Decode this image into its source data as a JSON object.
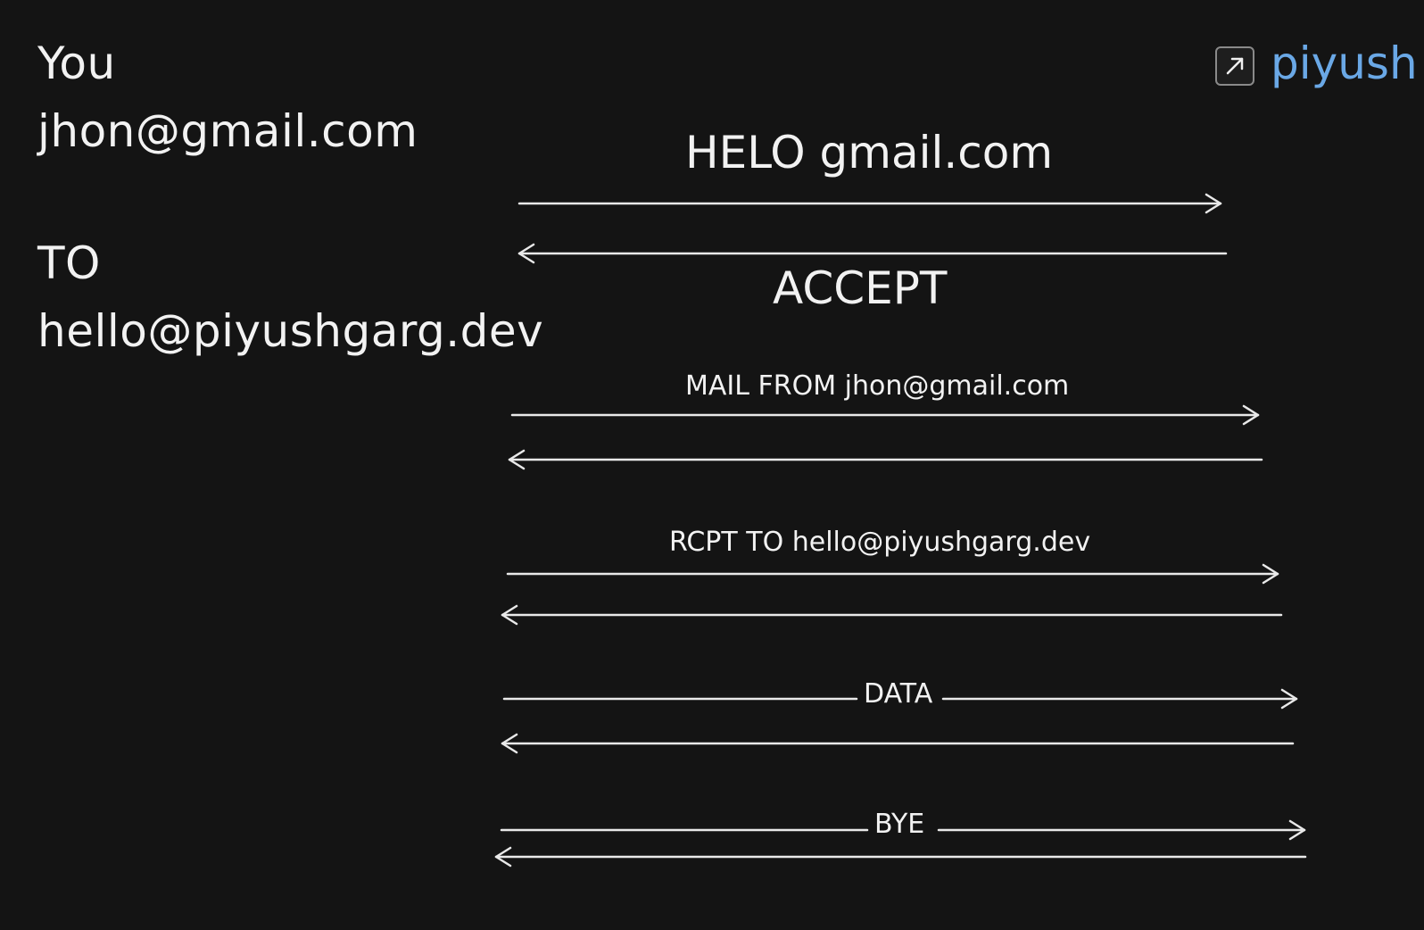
{
  "sender": {
    "label": "You",
    "email": "jhon@gmail.com"
  },
  "recipient": {
    "label": "TO",
    "email": "hello@piyushgarg.dev"
  },
  "external_link": {
    "icon": "external-link-icon",
    "text": "piyush",
    "color": "#6aa8e6"
  },
  "messages": {
    "helo": "HELO gmail.com",
    "accept": "ACCEPT",
    "mail_from": "MAIL FROM jhon@gmail.com",
    "rcpt_to": "RCPT TO hello@piyushgarg.dev",
    "data": "DATA",
    "bye": "BYE"
  }
}
